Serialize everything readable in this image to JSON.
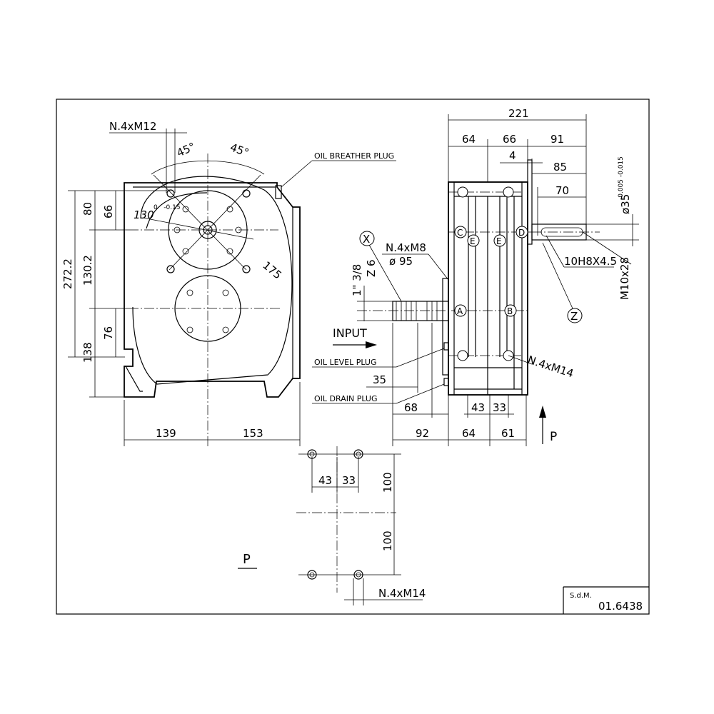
{
  "dimensions": {
    "front_width_left": "139",
    "front_width_right": "153",
    "height_total": "272.2",
    "height_top": "80",
    "height_top_inner": "66",
    "height_mid": "130.2",
    "height_bottom": "138",
    "height_bottom_inner": "76",
    "bolt_circle": "130",
    "bolt_circle_tol": "0   -0.15",
    "flange_dia": "175",
    "angle_left": "45°",
    "angle_right": "45°",
    "side_total": "221",
    "side_a": "64",
    "side_b": "66",
    "side_c": "91",
    "side_gap": "4",
    "shaft_85": "85",
    "shaft_70": "70",
    "shaft_dia": "ø35",
    "shaft_tol": "-0.005 -0.015",
    "key": "10H8X4.5",
    "thread": "M10x28",
    "input_dia": "ø 95",
    "pipe_a": "1\" 3/8",
    "pipe_b": "Z 6",
    "dist_35": "35",
    "dist_68": "68",
    "bot_43": "43",
    "bot_33": "33",
    "base_92": "92",
    "base_64": "64",
    "base_61": "61",
    "foot_43": "43",
    "foot_33": "33",
    "foot_100_a": "100",
    "foot_100_b": "100"
  },
  "labels": {
    "bolt_top": "N.4xM12",
    "bolt_flange": "N.4xM8",
    "bolt_side": "N.4xM14",
    "bolt_foot": "N.4xM14",
    "breather": "OIL BREATHER PLUG",
    "level": "OIL LEVEL PLUG",
    "drain": "OIL DRAIN PLUG",
    "input": "INPUT",
    "view_p": "P",
    "view_p_bottom": "P",
    "bubble_x": "X",
    "bubble_z": "Z",
    "pos_a": "A",
    "pos_b": "B",
    "pos_c": "C",
    "pos_d": "D",
    "pos_e1": "E",
    "pos_e2": "E"
  },
  "title_block": {
    "label": "S.d.M.",
    "number": "01.6438"
  }
}
